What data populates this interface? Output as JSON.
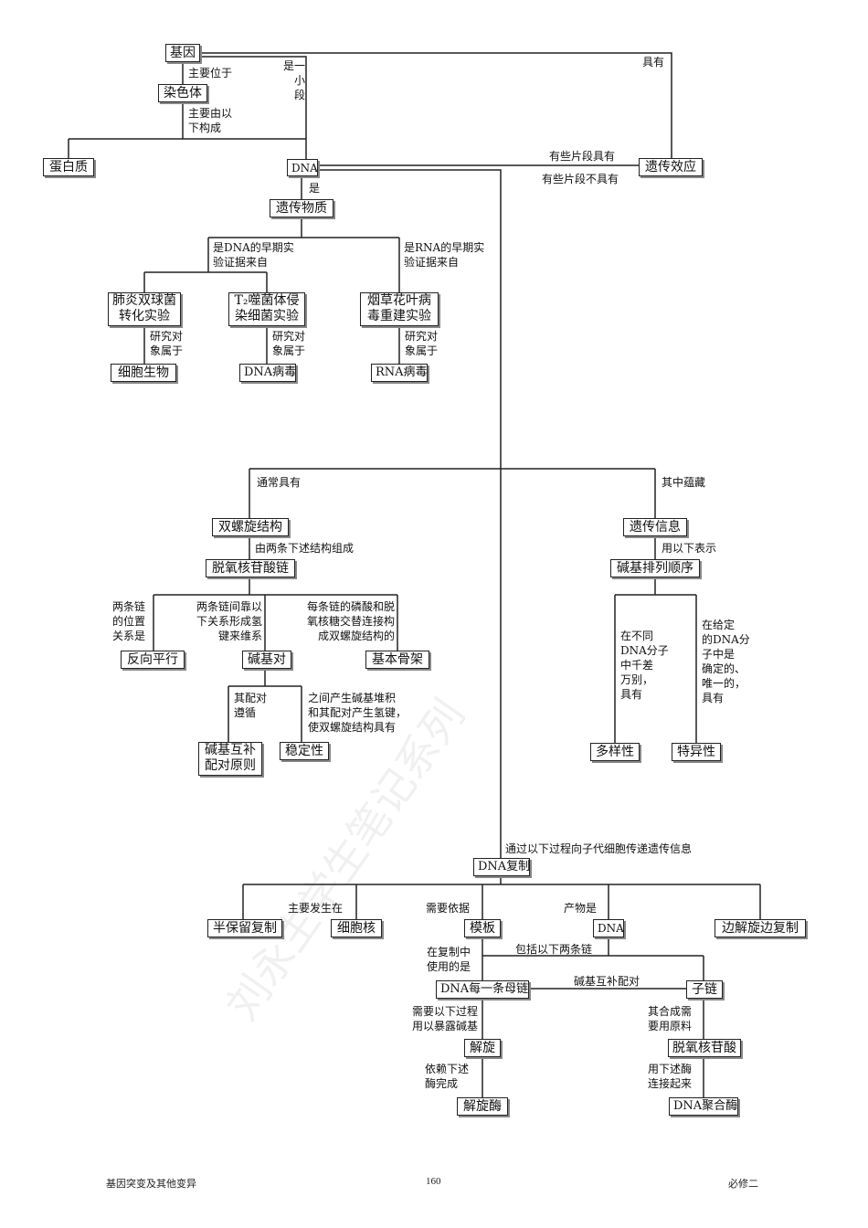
{
  "nodes": {
    "gene": "基因",
    "chromosome": "染色体",
    "protein": "蛋白质",
    "dna": "DNA",
    "genetic_effect": "遗传效应",
    "genetic_material": "遗传物质",
    "pneumococcus": "肺炎双球菌\n转化实验",
    "phage": "T₂噬菌体侵\n染细菌实验",
    "tobacco": "烟草花叶病\n毒重建实验",
    "cellular": "细胞生物",
    "dna_virus": "DNA病毒",
    "rna_virus": "RNA病毒",
    "double_helix": "双螺旋结构",
    "deoxy_chain": "脱氧核苷酸链",
    "antiparallel": "反向平行",
    "base_pair": "碱基对",
    "backbone": "基本骨架",
    "complementary": "碱基互补\n配对原则",
    "stability": "稳定性",
    "genetic_info": "遗传信息",
    "base_order": "碱基排列顺序",
    "diversity": "多样性",
    "specificity": "特异性",
    "replication": "DNA复制",
    "semi": "半保留复制",
    "nucleus": "细胞核",
    "template": "模板",
    "dna_product": "DNA",
    "unwind_replicate": "边解旋边复制",
    "parent_chain": "DNA每一条母链",
    "daughter_chain": "子链",
    "unwinding": "解旋",
    "deoxy_nuc": "脱氧核苷酸",
    "helicase": "解旋酶",
    "polymerase": "DNA聚合酶"
  },
  "labels": {
    "located_on": "主要位于",
    "is_small_segment": "是一\n小\n段",
    "has": "具有",
    "composed_of": "主要由以\n下构成",
    "some_have": "有些片段具有",
    "some_not": "有些片段不具有",
    "is": "是",
    "dna_evidence": "是DNA的早期实\n验证据来自",
    "rna_evidence": "是RNA的早期实\n验证据来自",
    "research_1": "研究对\n象属于",
    "research_2": "研究对\n象属于",
    "research_3": "研究对\n象属于",
    "usually_has": "通常具有",
    "contains": "其中蕴藏",
    "two_chains": "由两条下述结构组成",
    "represented_by": "用以下表示",
    "relative_position": "两条链\n的位置\n关系是",
    "hydrogen_bonds": "两条链间靠以\n下关系形成氢\n键来维系",
    "phosphate_link": "每条链的磷酸和脱\n氧核糖交替连接构\n成双螺旋结构的",
    "follows": "其配对\n遵循",
    "stacking": "之间产生碱基堆积\n和其配对产生氢键，\n使双螺旋结构具有",
    "different_dna": "在不同\nDNA分子\n中千差\n万别，\n具有",
    "given_dna": "在给定\n的DNA分\n子中是\n确定的、\n唯一的，\n具有",
    "transmit": "通过以下过程向子代细胞传递遗传信息",
    "mainly_in": "主要发生在",
    "needs": "需要依据",
    "product_is": "产物是",
    "used_in": "在复制中\n使用的是",
    "includes_two": "包括以下两条链",
    "base_complement": "碱基互补配对",
    "expose_bases": "需要以下过程\n用以暴露碱基",
    "synthesis_needs": "其合成需\n要用原料",
    "relies_on": "依赖下述\n酶完成",
    "linked_by": "用下述酶\n连接起来"
  },
  "footer": {
    "left": "基因突变及其他变异",
    "center": "160",
    "right": "必修二"
  },
  "watermark": "刘永生学生笔记系列"
}
